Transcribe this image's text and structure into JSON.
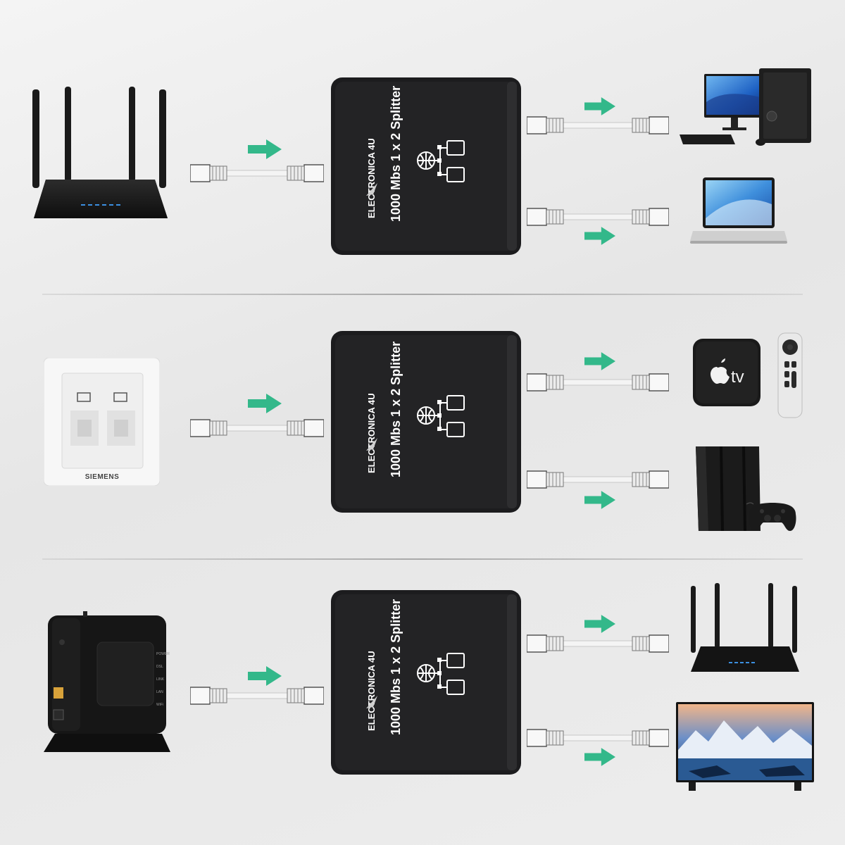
{
  "splitter": {
    "brand": "ELECTRONICA 4U",
    "model": "1000 Mbs 1 x 2 Splitter"
  },
  "wall_plate": {
    "brand": "SIEMENS"
  },
  "apple_tv": {
    "label": "tv"
  },
  "modem": {
    "labels": [
      "POWER",
      "DSL",
      "LINK",
      "LAN",
      "WiFi"
    ]
  },
  "colors": {
    "arrow": "#33b88a",
    "splitter_body": "#1c1c1e",
    "cable": "#f2f2f2"
  }
}
